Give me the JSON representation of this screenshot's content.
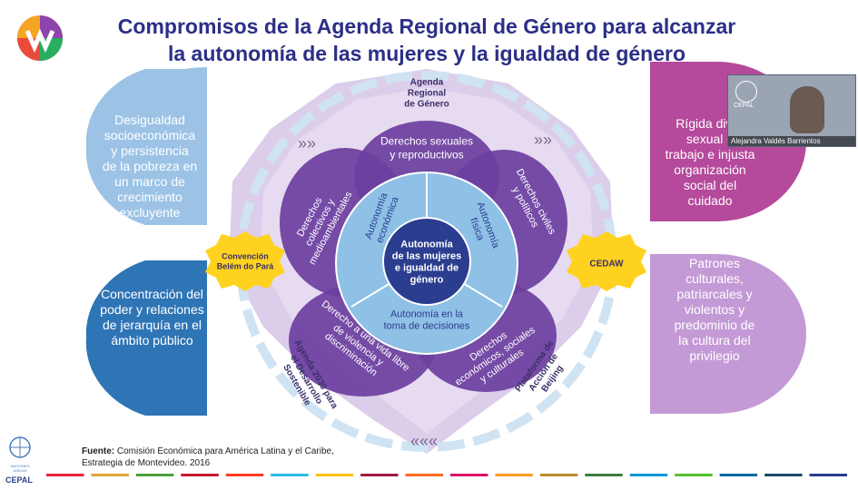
{
  "title_line1": "Compromisos de la Agenda Regional de Género para alcanzar",
  "title_line2": "la autonomía de las mujeres y la igualdad de género",
  "left_top_text": [
    "Desigualdad",
    "socioeconómica",
    "y persistencia",
    "de la pobreza en",
    "un marco de",
    "crecimiento",
    "excluyente"
  ],
  "left_bottom_text": [
    "Concentración del",
    "poder y relaciones",
    "de jerarquía en el",
    "ámbito público"
  ],
  "right_top_text": [
    "Rígida divisi",
    "sexual d",
    "trabajo e injusta",
    "organización",
    "social del",
    "cuidado"
  ],
  "right_bottom_text": [
    "Patrones",
    "culturales,",
    "patriarcales  y",
    "violentos y",
    "predominio de",
    "la cultura del",
    "privilegio"
  ],
  "center_text": [
    "Autonomía",
    "de las mujeres",
    "e igualdad de",
    "género"
  ],
  "inner_economica": [
    "Autonomía",
    "económica"
  ],
  "inner_fisica": [
    "Autonomía",
    "física"
  ],
  "inner_decisiones": [
    "Autonomía en la",
    "toma de decisiones"
  ],
  "petal_sexuales": [
    "Derechos sexuales",
    "y reproductivos"
  ],
  "petal_civiles": [
    "Derechos civiles",
    "y políticos"
  ],
  "petal_economicos": [
    "Derechos",
    "económicos, sociales",
    "y culturales"
  ],
  "petal_violencia": [
    "Derecho a una vida libre",
    "de violencia y",
    "discriminación"
  ],
  "petal_colectivos": [
    "Derechos",
    "colectivos y",
    "medioambientales"
  ],
  "label_agenda_regional": [
    "Agenda",
    "Regional",
    "de Género"
  ],
  "label_belem": [
    "Convención",
    "Belém do Pará"
  ],
  "label_cedaw": "CEDAW",
  "label_agenda2030": [
    "Agenda 2030 para",
    "el Desarrollo",
    "Sostenible"
  ],
  "label_beijing": [
    "Plataforma de",
    "Acción de",
    "Beijing"
  ],
  "video_caption": "Alejandra Valdés Barrientos",
  "video_logo_text": "CEPAL",
  "source_label": "Fuente:",
  "source_text_line1": " Comisión Económica para América Latina y el Caribe,",
  "source_text_line2": "Estrategia de Montevideo. 2016",
  "un_text": "NACIONES UNIDAS",
  "cepal_text": "CEPAL",
  "colors": {
    "title": "#2b2f86",
    "left_top": "#9cc3e6",
    "left_bottom": "#2e75b6",
    "right_top": "#b5499b",
    "right_bottom": "#c49ad6",
    "center": "#2b3d8f",
    "inner": "#8fc0e6",
    "petal": "#6b3fa0",
    "octagon": "#dccdea",
    "seal": "#ffd21f"
  }
}
